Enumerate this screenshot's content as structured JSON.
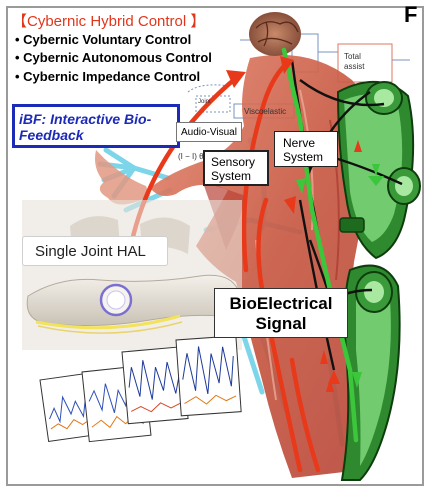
{
  "panel_letter": "F",
  "title": "【Cybernic Hybrid Control 】",
  "bullets": [
    "• Cybernic Voluntary Control",
    "• Cybernic Autonomous Control",
    "• Cybernic Impedance Control"
  ],
  "ibf_label": "iBF: Interactive Bio-Feedback",
  "labels": {
    "audio_visual": "Audio-Visual",
    "sensory_system": "Sensory System",
    "nerve_system": "Nerve System",
    "single_joint_hal": "Single Joint HAL",
    "bioelectrical_signal": "BioElectrical Signal"
  },
  "background_fragments": {
    "joint": "Joint",
    "viscoelastic": "Viscoelastic",
    "total": "Total",
    "assist": "assist",
    "formula": "(I − I) θ +"
  },
  "colors": {
    "title_red": "#e2361c",
    "ibf_blue": "#1c2ab8",
    "arrow_red": "#e83a1a",
    "signal_green": "#3cc63c",
    "suit_green": "#2f8a2f",
    "muscle_red": "#c8503c",
    "skeleton_cyan": "#6fd1e8"
  }
}
